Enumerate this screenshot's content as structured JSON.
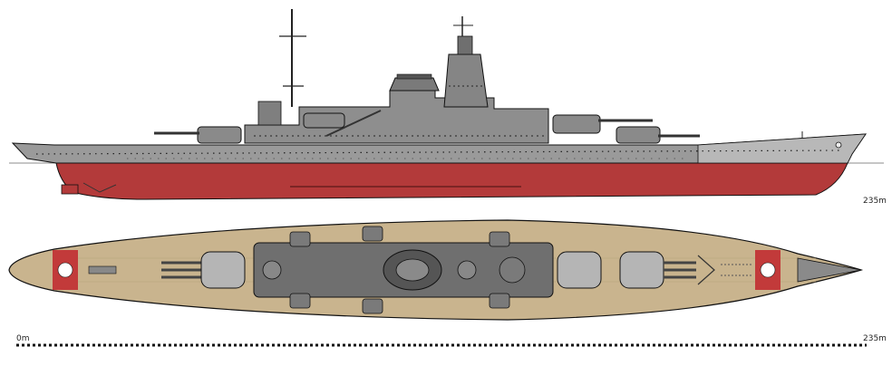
{
  "labels": {
    "side_scale_end": "235m",
    "scale_start": "0m",
    "scale_end": "235m"
  },
  "colors": {
    "hull_gray": "#9a9a9a",
    "upper_gray": "#b8b8b8",
    "hull_red": "#b33a3a",
    "deck_tan": "#c9b48e",
    "turret_gray": "#8a8a8a",
    "marking_red": "#c23a3a",
    "outline": "#111111"
  }
}
